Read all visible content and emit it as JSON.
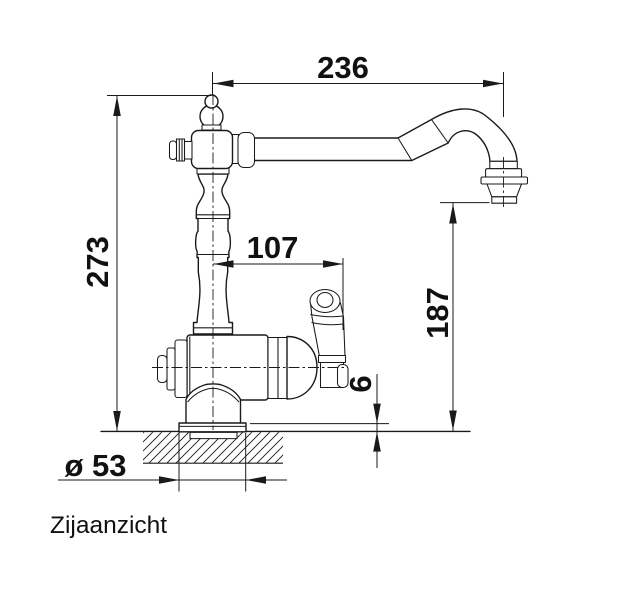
{
  "drawing": {
    "view_label": "Zijaanzicht",
    "dimensions": {
      "spout_reach": {
        "name": "spout-reach",
        "label": "236",
        "value": 236,
        "orientation": "horizontal"
      },
      "total_height": {
        "name": "total-height",
        "label": "273",
        "value": 273,
        "orientation": "vertical"
      },
      "center_to_handle": {
        "name": "center-to-handle",
        "label": "107",
        "value": 107,
        "orientation": "horizontal"
      },
      "outlet_height": {
        "name": "outlet-height",
        "label": "187",
        "value": 187,
        "orientation": "vertical"
      },
      "base_plate_height": {
        "name": "base-plate-height",
        "label": "6",
        "value": 6,
        "orientation": "vertical"
      },
      "base_diameter": {
        "name": "base-diameter",
        "label": "ø 53",
        "value": 53,
        "orientation": "diameter"
      }
    }
  },
  "colors": {
    "line": "#1a1a1a",
    "background": "#ffffff",
    "text": "#111111"
  }
}
